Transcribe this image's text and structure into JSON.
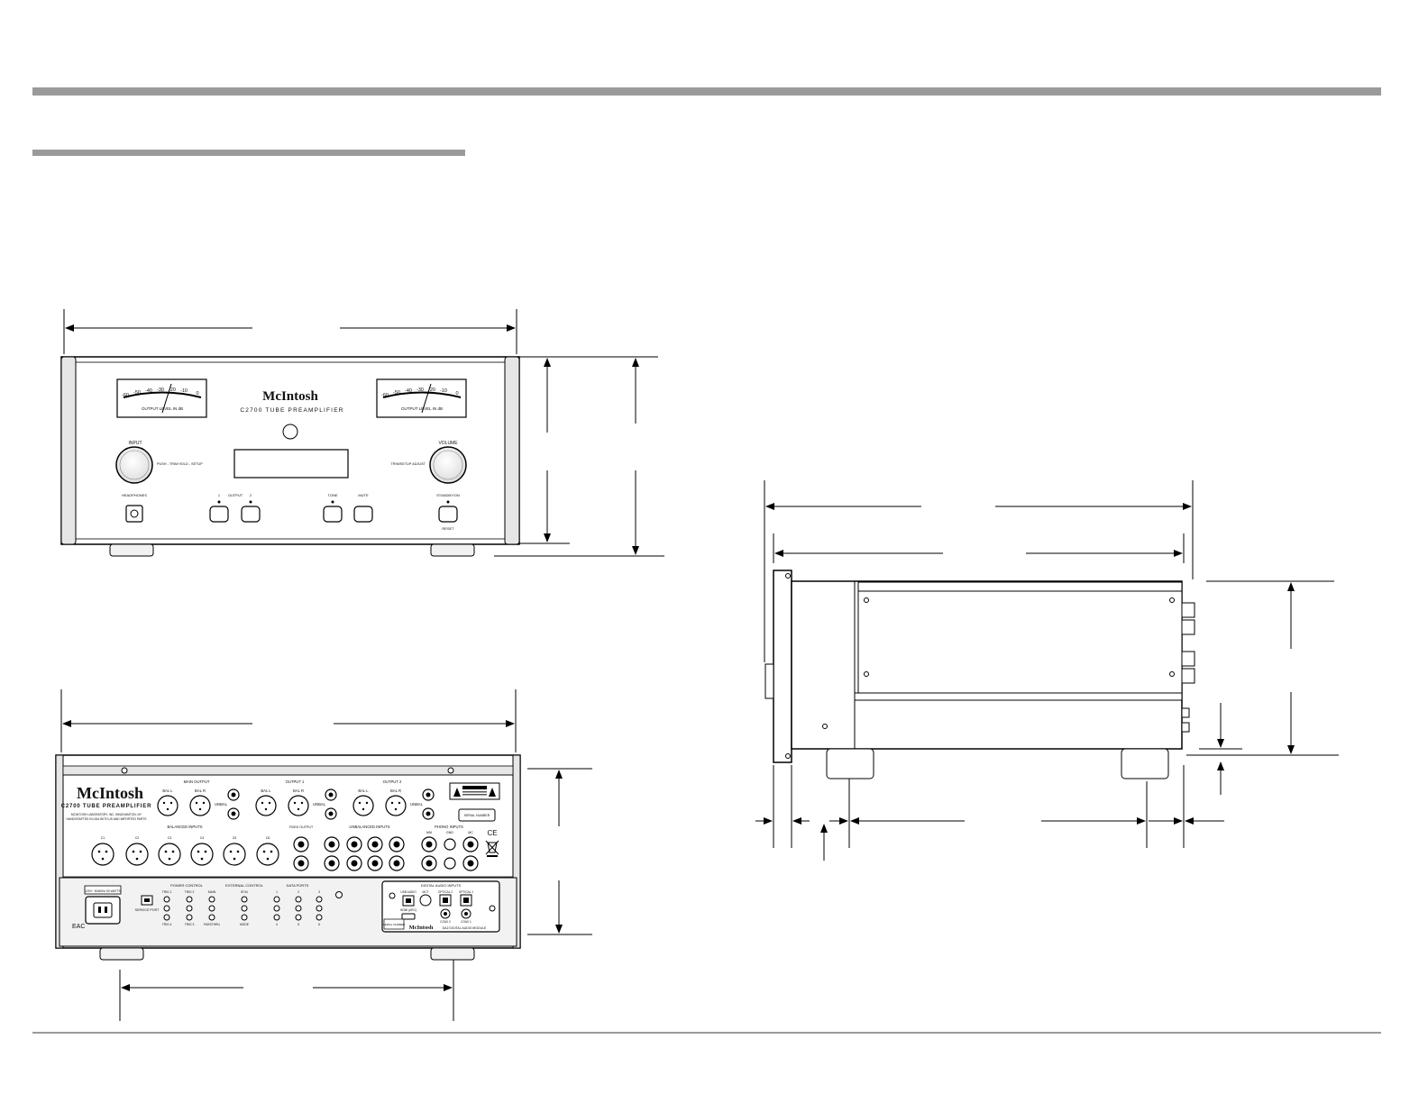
{
  "brand": "McIntosh",
  "model_front": "C2700 TUBE PREAMPLIFIER",
  "model_rear": "C2700 TUBE PREAMPLIFIER",
  "meter": {
    "ticks": [
      "-60",
      "-50",
      "-40",
      "-30",
      "-20",
      "-10",
      "0"
    ],
    "unit_label": "OUTPUT LEVEL IN dB"
  },
  "front": {
    "input_label": "INPUT",
    "input_note": "PUSH - TRIM HOLD - SETUP",
    "volume_label": "VOLUME",
    "volume_note": "TRIM/SETUP ADJUST",
    "headphones_label": "HEADPHONES",
    "output_label": "OUTPUT",
    "output_1": "1",
    "output_2": "2",
    "tone_label": "TONE",
    "mute_label": "MUTE",
    "standby_label": "STANDBY/ON",
    "reset_label": "RESET"
  },
  "rear": {
    "manufacturer": "MCINTOSH LABORATORY, INC. BINGHAMTON, NY",
    "handcrafted": "HANDCRAFTED IN USA WITH US AND IMPORTED PARTS",
    "main_output": "MAIN OUTPUT",
    "output_1": "OUTPUT 1",
    "output_2": "OUTPUT 2",
    "bal_l": "BAL L",
    "bal_r": "BAL R",
    "unbal": "UNBAL",
    "balanced_inputs": "BALANCED INPUTS",
    "bal_input_names": [
      "C1",
      "C2",
      "C3",
      "C4",
      "C5",
      "C6"
    ],
    "phono_inputs": "PHONO INPUTS",
    "phono_mm": "MM",
    "phono_gnd": "GND",
    "phono_mc": "MC",
    "unbalanced_inputs": "UNBALANCED INPUTS",
    "fixed_output": "FIXED OUTPUT",
    "serial": "SERIAL NUMBER",
    "ce": "CE",
    "power_rating": "120V~ 50/60Hz 50 WATTS",
    "service_port": "SERVICE PORT",
    "power_control": "POWER CONTROL",
    "trigger_labels": [
      "TRIG 1",
      "TRIG 2",
      "MAIN"
    ],
    "trigger_labels_lower": [
      "TRIG 4",
      "TRIG 3",
      "PASSTHRU"
    ],
    "external_control": "EXTERNAL CONTROL",
    "ext_in": "IR IN",
    "ext_mode": "MODE",
    "data_ports": "DATA PORTS",
    "data_port_numbers": [
      "1",
      "2",
      "3",
      "4",
      "5",
      "6"
    ],
    "digital_audio_inputs": "DIGITAL AUDIO INPUTS",
    "usb_audio": "USB AUDIO",
    "mct": "MCT",
    "optical_1": "OPTICAL 1",
    "optical_2": "OPTICAL 2",
    "coax_1": "COAX 1",
    "coax_2": "COAX 2",
    "hdmi_arc": "HDMI (ARC)",
    "module": "DA2 DIGITAL AUDIO MODULE",
    "eac": "EAC"
  }
}
